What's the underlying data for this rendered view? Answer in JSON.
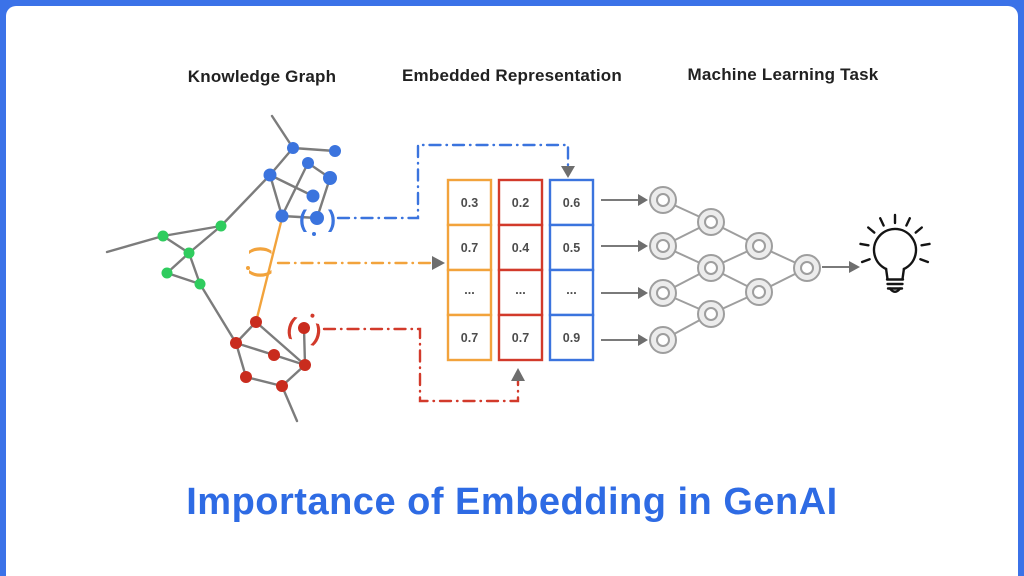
{
  "slide": {
    "title": "Importance of Embedding in GenAI",
    "sections": {
      "graph_label": "Knowledge Graph",
      "embedding_label": "Embedded Representation",
      "ml_label": "Machine Learning Task"
    }
  },
  "vectors": [
    {
      "name": "yellow-edge-embedding",
      "color": "#F2A33C",
      "values": [
        "0.3",
        "0.7",
        "...",
        "0.7"
      ]
    },
    {
      "name": "red-node-embedding",
      "color": "#D23A2B",
      "values": [
        "0.2",
        "0.4",
        "...",
        "0.7"
      ]
    },
    {
      "name": "blue-node-embedding",
      "color": "#3B74DE",
      "values": [
        "0.6",
        "0.5",
        "...",
        "0.9"
      ]
    }
  ],
  "colors": {
    "frame_blue": "#3B72E8",
    "title_blue": "#2E6BE4",
    "blue": "#3B74DE",
    "yellow": "#F2A33C",
    "red": "#D23A2B",
    "node_green": "#2FCC5E",
    "node_red": "#C92C1E",
    "edge_gray": "#7C7C7C",
    "nn_gray": "#9E9E9E"
  },
  "icons": {
    "lightbulb": "idea-lightbulb-outline"
  }
}
